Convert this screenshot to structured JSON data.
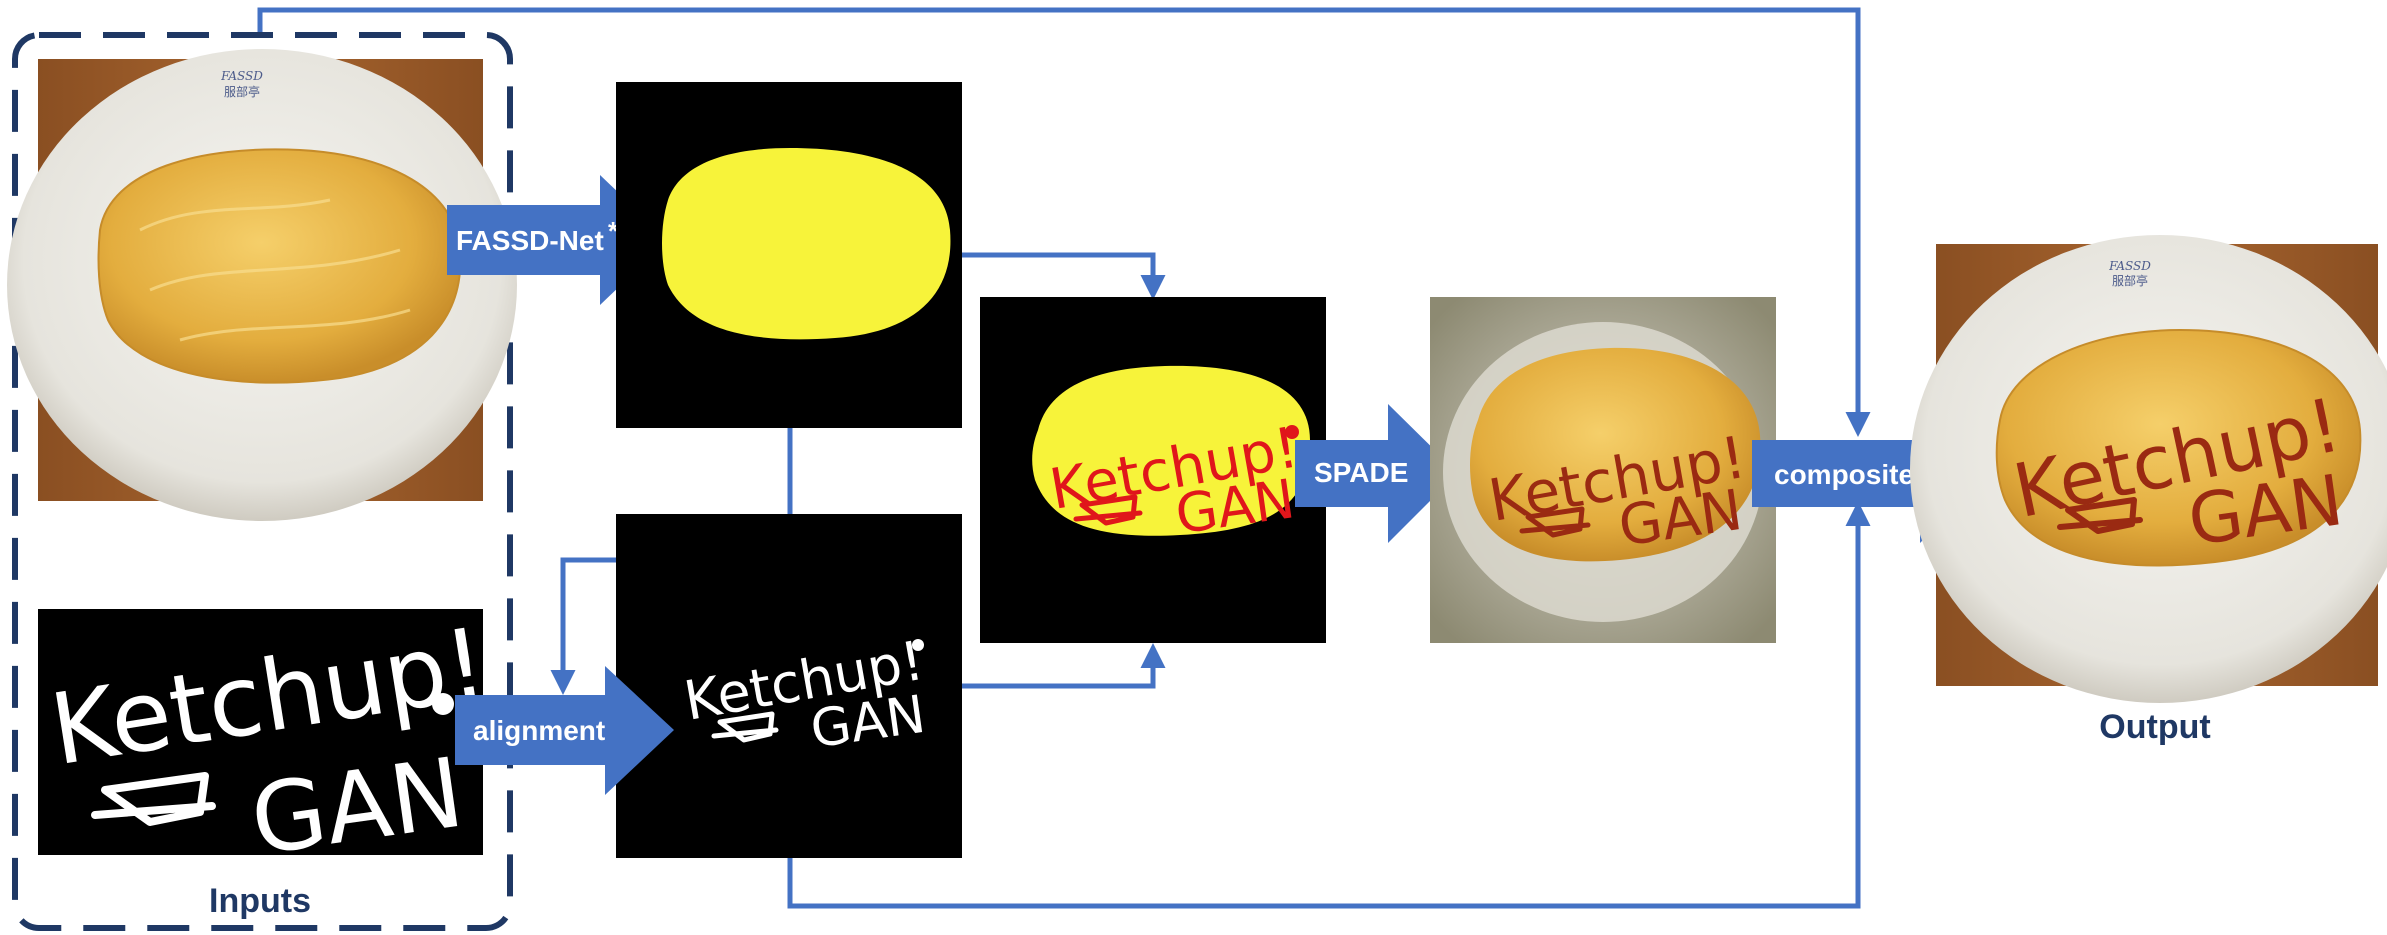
{
  "labels": {
    "fassd_net": "FASSD-Net",
    "asterisk": "*",
    "alignment": "alignment",
    "spade": "SPADE",
    "composite": "composite",
    "inputs": "Inputs",
    "output": "Output"
  },
  "sketch_text": {
    "line1": "Ketchup!",
    "line2": "GAN"
  },
  "plate_stamp": {
    "line1": "FASSD",
    "line2": "服部亭"
  },
  "colors": {
    "arrow_fill": "#4472c4",
    "connector": "#4472c4",
    "dashed_box": "#1f3864",
    "caption": "#1f3864",
    "mask_yellow": "#f7f33a",
    "ketchup": "#e0161b",
    "ketchup_dark": "#9a2a12",
    "omelette": "#e8b545",
    "table_wood": "#9a5a2a",
    "plate": "#ecebe6"
  }
}
